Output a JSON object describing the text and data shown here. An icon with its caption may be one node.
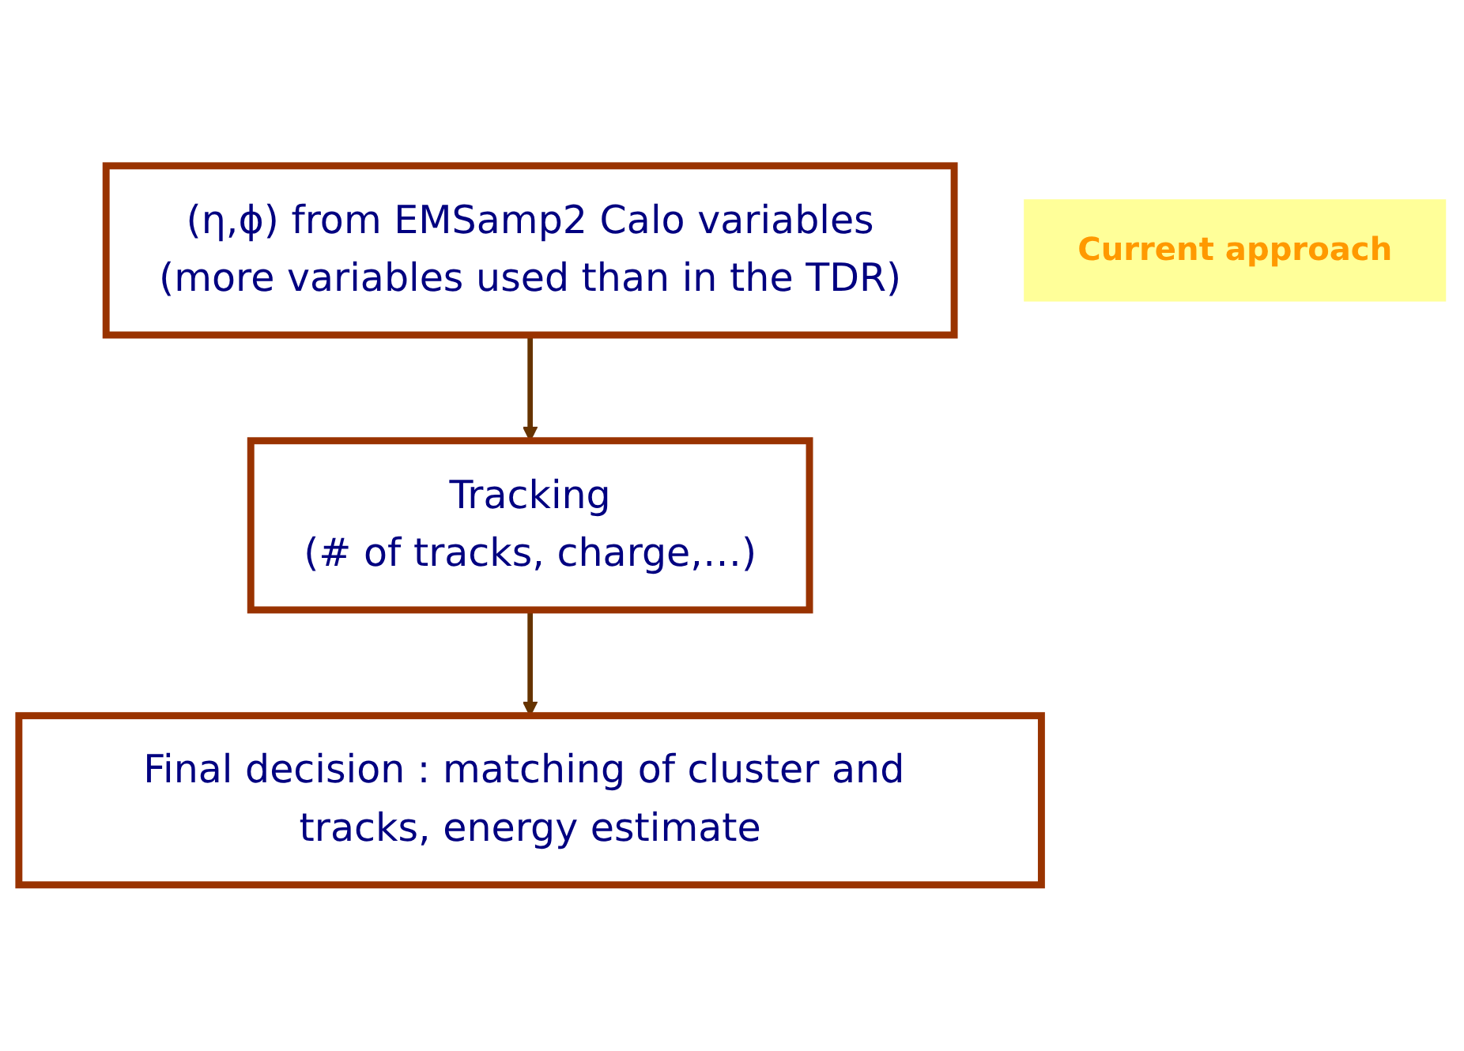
{
  "diagram": {
    "nodes": [
      {
        "text": [
          "(η,ϕ) from EMSamp2 Calo variables",
          "(more variables used than in the TDR)"
        ]
      },
      {
        "text": [
          "Current approach"
        ]
      },
      {
        "text": [
          "Tracking",
          "(# of tracks, charge,…)"
        ]
      },
      {
        "text": [
          "Final decision : matching of cluster and tracks, energy estimate"
        ]
      }
    ],
    "edges": [
      {
        "from": 0,
        "to": 2,
        "arrow": "to"
      },
      {
        "from": 2,
        "to": 3,
        "arrow": "to"
      }
    ]
  }
}
